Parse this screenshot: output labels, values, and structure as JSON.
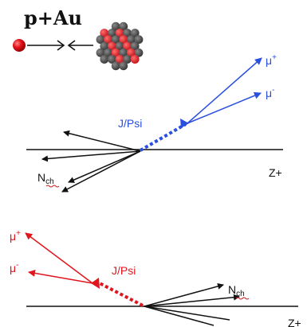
{
  "title": "p+Au",
  "colors": {
    "proton": "#e8121b",
    "nucleon_dark": "#4a4a4a",
    "nucleon_red": "#e8121b",
    "forward": "#2a4fe0",
    "backward": "#e0161e",
    "axis": "#111111",
    "tracks": "#111111",
    "squiggle": "#c81a1a"
  },
  "top_event": {
    "jpsi_label": "J/Psi",
    "mu_plus": {
      "base": "μ",
      "sign": "+"
    },
    "mu_minus": {
      "base": "μ",
      "sign": "-"
    },
    "nch": {
      "base": "N",
      "sub": "ch"
    },
    "axis_label": "Z+"
  },
  "bottom_event": {
    "jpsi_label": "J/Psi",
    "mu_plus": {
      "base": "μ",
      "sign": "+"
    },
    "mu_minus": {
      "base": "μ",
      "sign": "-"
    },
    "nch": {
      "base": "N",
      "sub": "ch"
    },
    "axis_label": "Z+"
  }
}
